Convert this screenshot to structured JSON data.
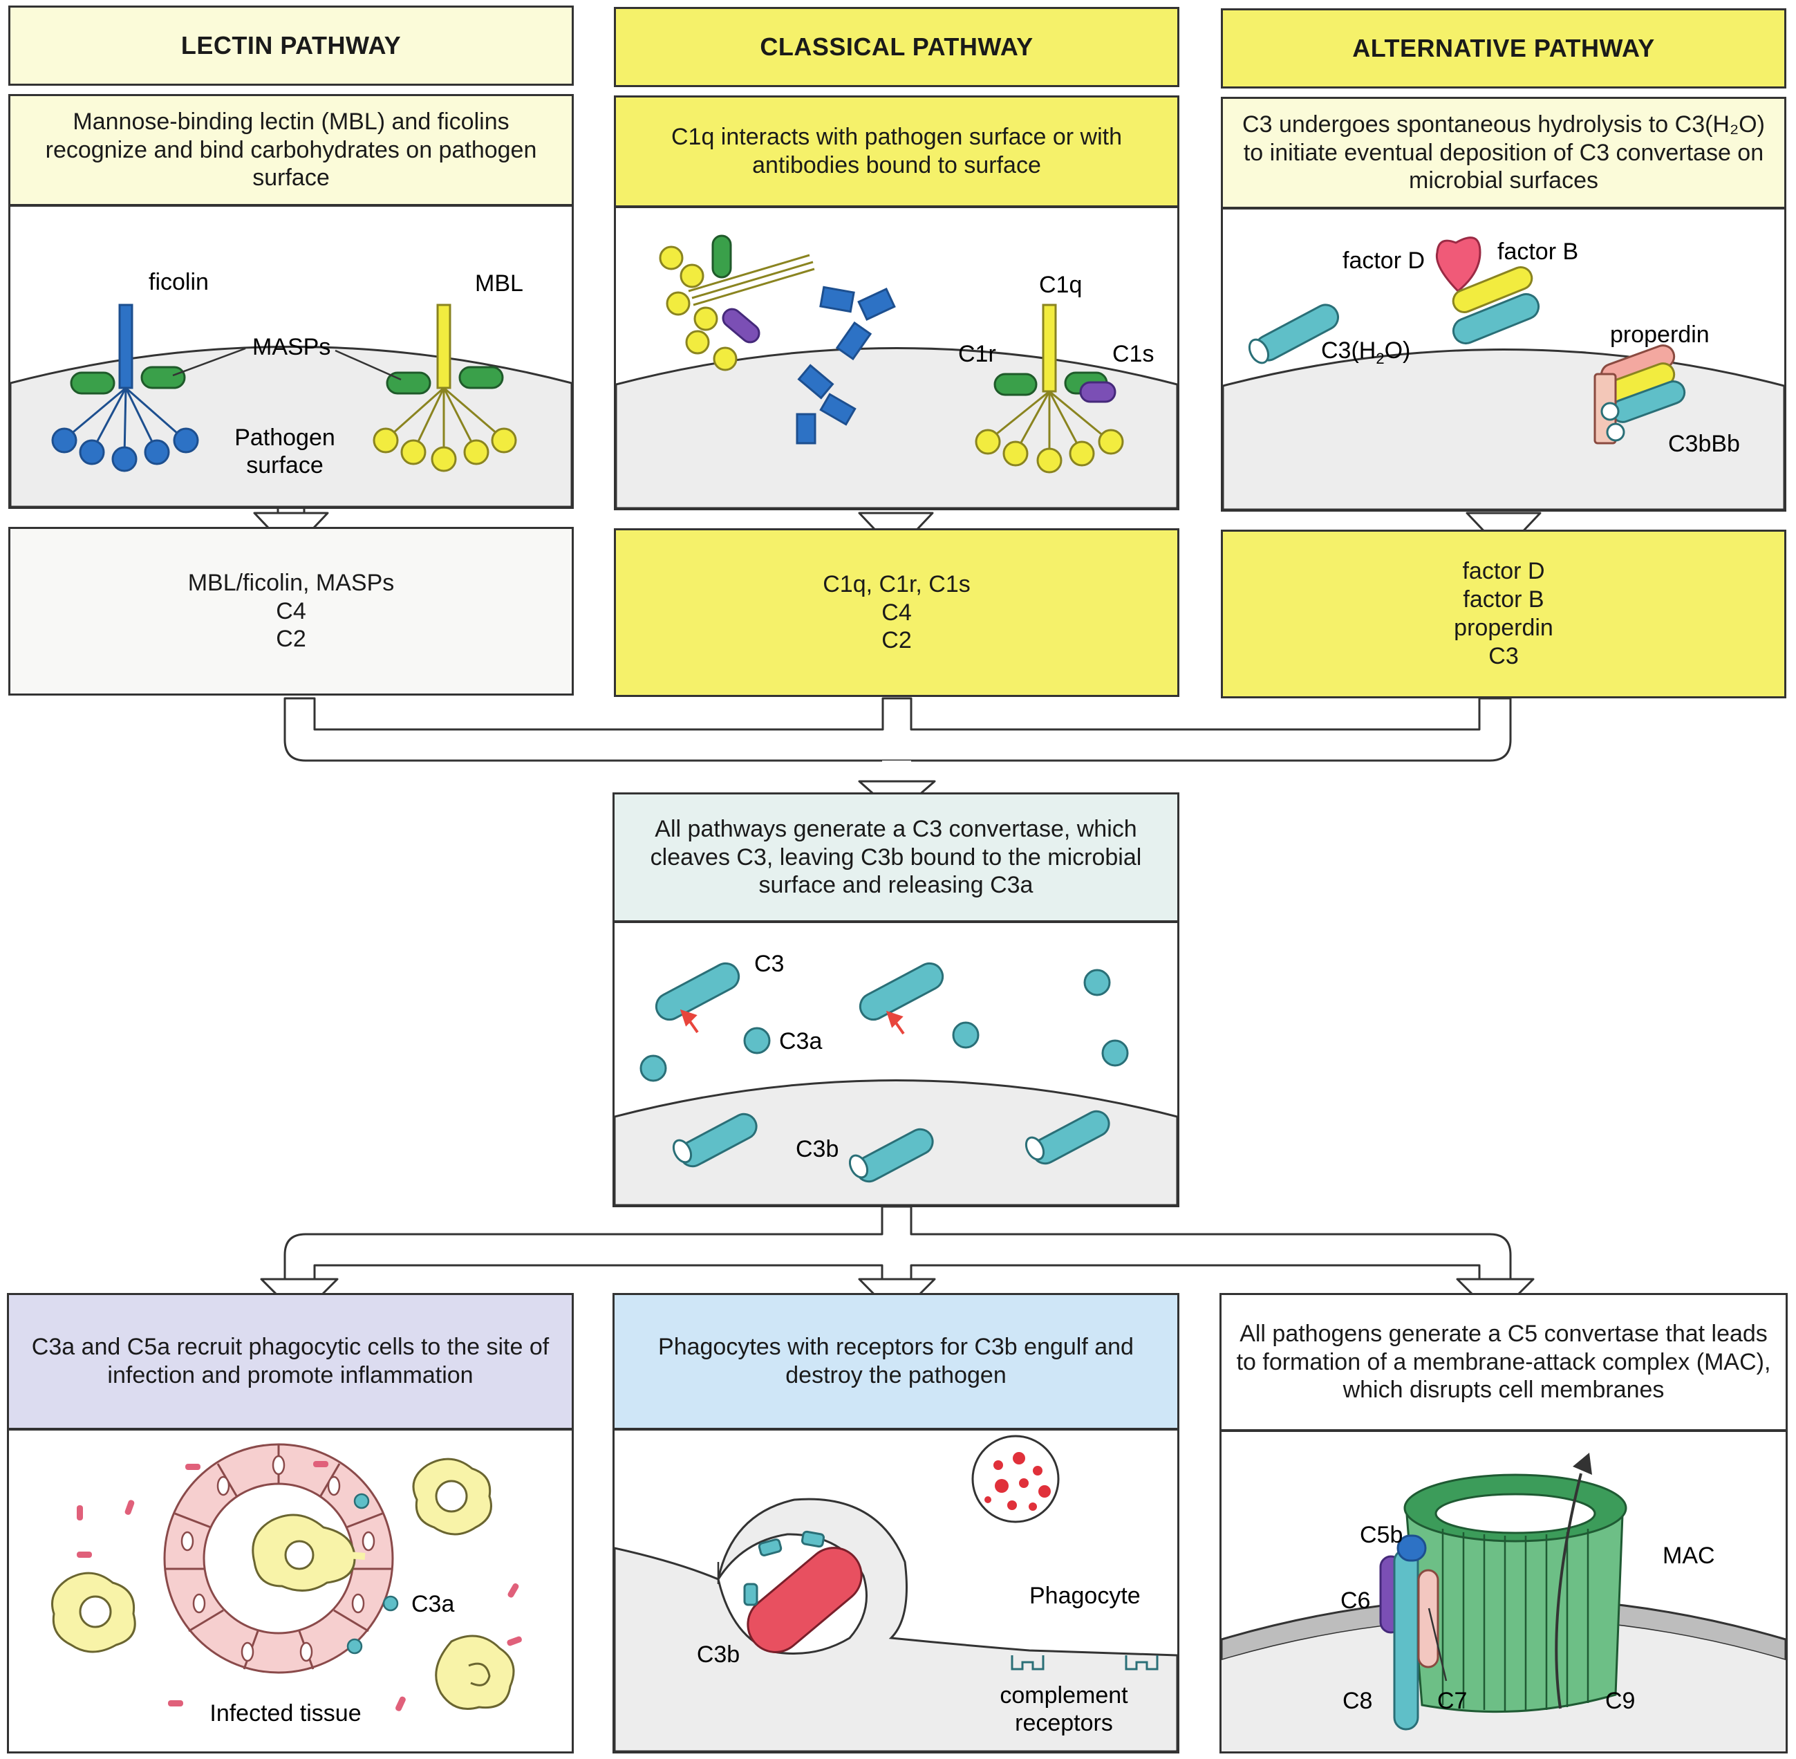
{
  "colors": {
    "pale_yellow": "#fbfbd9",
    "bright_yellow": "#f5f16a",
    "pale_teal": "#e6f1ef",
    "lavender": "#dcdcf0",
    "light_blue": "#cfe6f7",
    "pale_grey": "#f8f8f6",
    "surface_grey": "#ededed",
    "c3_teal": "#5fbfc8",
    "mac_green": "#3c9c5a",
    "blue": "#2d72c5",
    "yellow": "#f2ec3f",
    "pathogen_red": "#e85060"
  },
  "lectin": {
    "title": "LECTIN PATHWAY",
    "description": "Mannose-binding lectin (MBL) and ficolins recognize and bind carbohydrates on pathogen surface",
    "labels": {
      "ficolin": "ficolin",
      "mbl": "MBL",
      "masps": "MASPs",
      "pathogen_line1": "Pathogen",
      "pathogen_line2": "surface"
    },
    "components": [
      "MBL/ficolin, MASPs",
      "C4",
      "C2"
    ]
  },
  "classical": {
    "title": "CLASSICAL PATHWAY",
    "description": "C1q interacts with pathogen surface or with antibodies bound to surface",
    "labels": {
      "c1q": "C1q",
      "c1r": "C1r",
      "c1s": "C1s"
    },
    "components": [
      "C1q, C1r, C1s",
      "C4",
      "C2"
    ]
  },
  "alternative": {
    "title": "ALTERNATIVE PATHWAY",
    "description": "C3 undergoes spontaneous hydrolysis to C3(H₂O) to initiate eventual deposition of C3 convertase on microbial surfaces",
    "labels": {
      "factor_d": "factor D",
      "factor_b": "factor B",
      "c3h2o_prefix": "C3(H",
      "c3h2o_sub": "2",
      "c3h2o_suffix": "O)",
      "properdin": "properdin",
      "c3bbb": "C3bBb"
    },
    "components": [
      "factor D",
      "factor B",
      "properdin",
      "C3"
    ]
  },
  "convertase": {
    "description": "All pathways generate a C3 convertase, which cleaves C3, leaving C3b bound to the microbial surface and releasing C3a",
    "labels": {
      "c3": "C3",
      "c3a": "C3a",
      "c3b": "C3b"
    }
  },
  "inflammation": {
    "description": "C3a and C5a recruit phagocytic cells to the site of infection and promote inflammation",
    "labels": {
      "c3a": "C3a",
      "infected_tissue": "Infected tissue"
    }
  },
  "phagocytosis": {
    "description": "Phagocytes with receptors for C3b engulf and destroy the pathogen",
    "labels": {
      "phagocyte": "Phagocyte",
      "c3b": "C3b",
      "receptors_line1": "complement",
      "receptors_line2": "receptors"
    }
  },
  "mac": {
    "description": "All pathogens generate a C5 convertase that leads to formation of a membrane-attack complex (MAC), which disrupts cell membranes",
    "labels": {
      "c5b": "C5b",
      "c6": "C6",
      "c7": "C7",
      "c8": "C8",
      "c9": "C9",
      "mac": "MAC"
    }
  }
}
